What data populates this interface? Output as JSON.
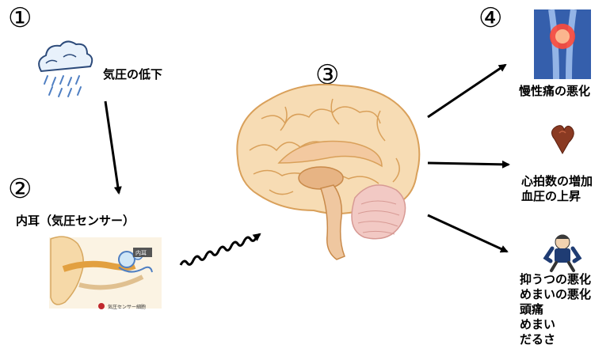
{
  "steps": {
    "s1": "①",
    "s2": "②",
    "s3": "③",
    "s4": "④"
  },
  "labels": {
    "pressure_drop": "気圧の低下",
    "inner_ear": "内耳（気圧センサー）",
    "ear_caption": "気圧センサー細胞",
    "ear_tag": "内耳",
    "effects_pain": [
      "慢性痛の悪化"
    ],
    "effects_heart": [
      "心拍数の増加",
      "血圧の上昇"
    ],
    "effects_mood": [
      "抑うつの悪化",
      "めまいの悪化",
      "頭痛",
      "めまい",
      "だるさ"
    ]
  },
  "colors": {
    "brain_fill": "#f7dcb4",
    "brain_stroke": "#d9a05a",
    "cerebellum": "#f2c9c4",
    "ear_skin": "#f6d9a8",
    "caption_dot": "#c0282d"
  },
  "icons": {
    "weather": "rain-cloud-icon",
    "ear": "inner-ear-illustration",
    "brain": "brain-illustration",
    "knee": "knee-pain-icon",
    "heart": "heart-icon",
    "person": "stressed-person-icon"
  }
}
